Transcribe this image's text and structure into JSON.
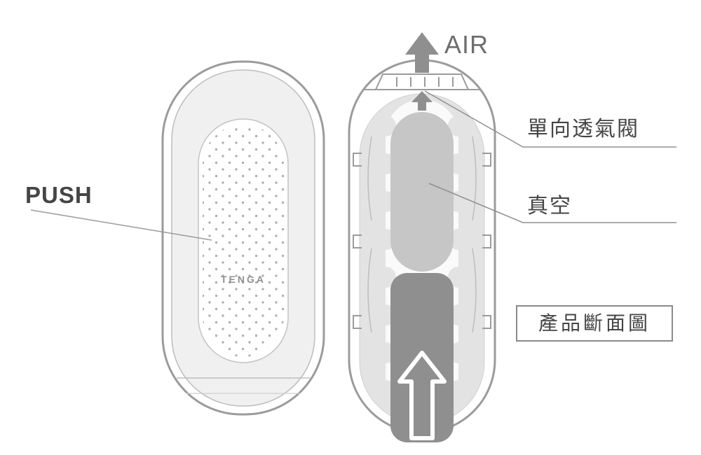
{
  "diagram": {
    "push_label": "PUSH",
    "air_label": "AIR",
    "brand": "TENGA",
    "callouts": {
      "valve": "單向透氣閥",
      "vacuum": "真空"
    },
    "caption_box": "產品斷面圖"
  },
  "colors": {
    "outline": "#9b9b9b",
    "thin_line": "#bdbdbd",
    "leader": "#8f8f8f",
    "text_dark": "#454545",
    "text_mid": "#6e6e6e",
    "inner_fill": "#f0f0f0",
    "section_fill": "#e3e3e3",
    "channel_fill": "#fafafa",
    "vacuum_fill": "#c6c6c6",
    "core_fill": "#8f8f8f",
    "dot_color": "#b0b0b0",
    "brand_color": "#8f8f8f"
  }
}
